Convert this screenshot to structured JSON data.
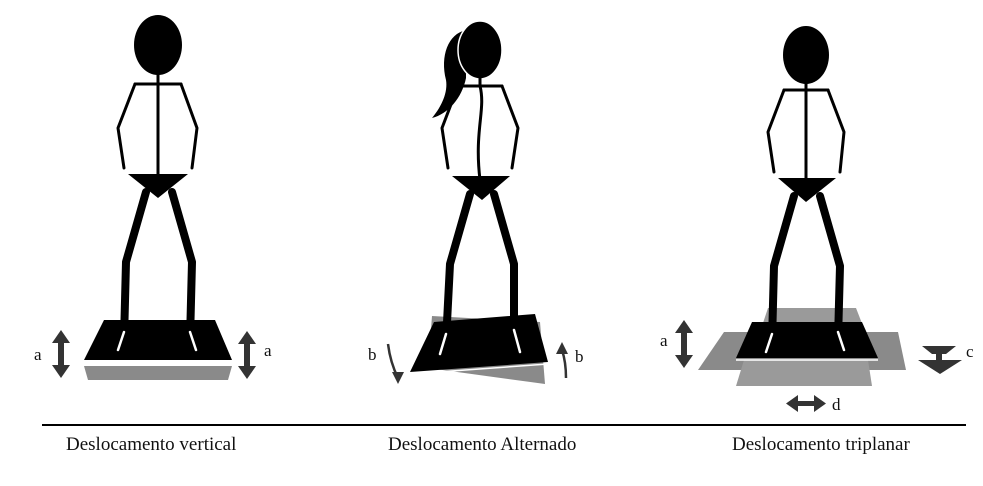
{
  "panels": [
    {
      "caption": "Deslocamento vertical"
    },
    {
      "caption": "Deslocamento Alternado"
    },
    {
      "caption": "Deslocamento triplanar"
    }
  ],
  "labels": {
    "a": "a",
    "b": "b",
    "c": "c",
    "d": "d"
  },
  "colors": {
    "figure": "#000000",
    "platform_shadow": "#8a8a8a",
    "divider": "#000000"
  }
}
